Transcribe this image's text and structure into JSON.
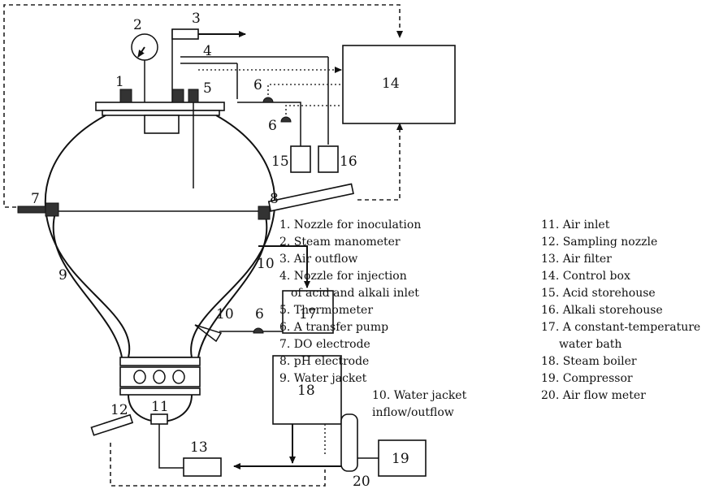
{
  "diagram": {
    "numbers": {
      "n1": "1",
      "n2": "2",
      "n3": "3",
      "n4": "4",
      "n5": "5",
      "n6a": "6",
      "n6b": "6",
      "n6c": "6",
      "n7": "7",
      "n8": "8",
      "n9": "9",
      "n10a": "10",
      "n10b": "10",
      "n11": "11",
      "n12": "12",
      "n13": "13",
      "n14": "14",
      "n15": "15",
      "n16": "16",
      "n17": "17",
      "n18": "18",
      "n19": "19",
      "n20": "20"
    },
    "legend_left": [
      "1. Nozzle for inoculation",
      "2. Steam manometer",
      "3. Air outflow",
      "4. Nozzle for injection",
      "of acid and alkali inlet",
      "5. Thermometer",
      "6. A transfer pump",
      "7. DO electrode",
      "8. pH electrode",
      "9. Water jacket",
      "10. Water jacket",
      "inflow/outflow"
    ],
    "legend_right": [
      "11. Air inlet",
      "12. Sampling nozzle",
      "13. Air filter",
      "14. Control box",
      "15. Acid storehouse",
      "16. Alkali storehouse",
      "17. A constant-temperature",
      "water bath",
      "18. Steam boiler",
      "19. Compressor",
      "20. Air flow meter"
    ]
  }
}
